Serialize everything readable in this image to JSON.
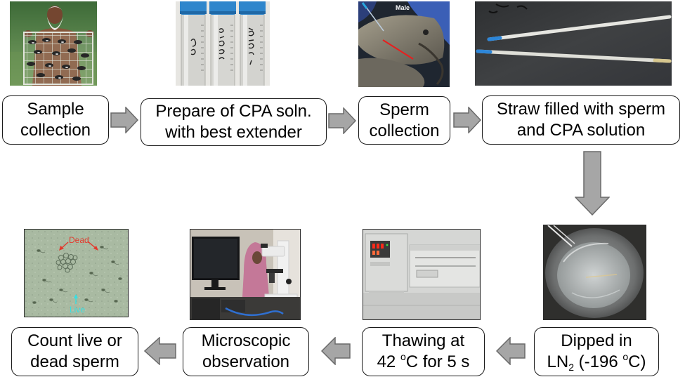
{
  "steps": {
    "sample_collection": {
      "line1": "Sample",
      "line2": "collection"
    },
    "prepare_cpa": {
      "line1": "Prepare of CPA soln.",
      "line2": "with best extender"
    },
    "sperm_collection": {
      "line1": "Sperm",
      "line2": "collection"
    },
    "straw_filled": {
      "line1": "Straw filled with sperm",
      "line2": "and CPA solution"
    },
    "dipped_ln2": {
      "line1": "Dipped in",
      "line2_pre": "LN",
      "line2_sub": "2",
      "line2_mid": " (-196 ",
      "line2_sup": "o",
      "line2_post": "C)"
    },
    "thawing": {
      "line1": "Thawing at",
      "line2_pre": "42 ",
      "line2_sup": "o",
      "line2_post": "C for 5 s"
    },
    "microscopic_observation": {
      "line1": "Microscopic",
      "line2": "observation"
    },
    "count_sperm": {
      "line1": "Count live or",
      "line2": "dead sperm"
    }
  },
  "photo_labels": {
    "male": "Male",
    "dead": "Dead",
    "live": "Live"
  },
  "colors": {
    "arrow_fill": "#a6a6a6",
    "arrow_stroke": "#6a6a6a",
    "dead_label": "#e23a2e",
    "live_label": "#35e0e4",
    "box_border": "#1a1a1a"
  }
}
